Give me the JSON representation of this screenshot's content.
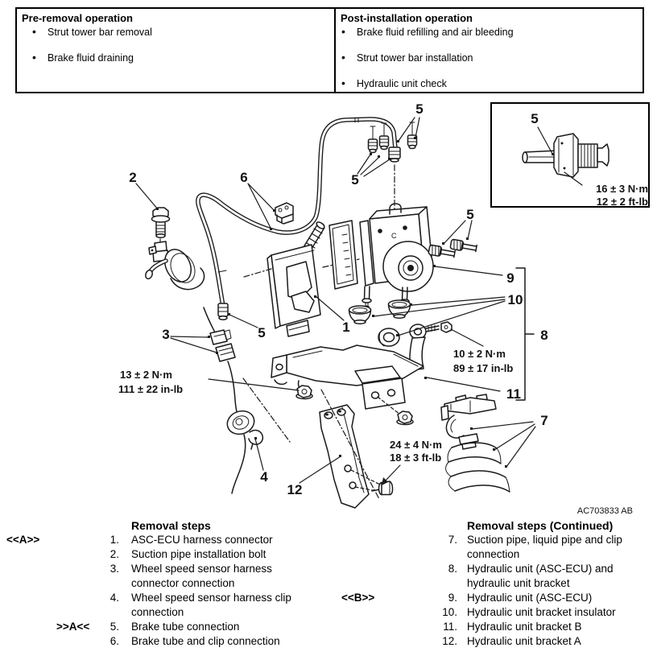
{
  "operations_table": {
    "pre": {
      "title": "Pre-removal operation",
      "items": [
        "Strut tower bar removal",
        "Brake fluid draining"
      ]
    },
    "post": {
      "title": "Post-installation operation",
      "items": [
        "Brake fluid refilling and air bleeding",
        "Strut tower bar installation",
        "Hydraulic unit check"
      ]
    }
  },
  "diagram": {
    "figure_code": "AC703833 AB",
    "unit_marking": "C",
    "labels": {
      "n1": "1",
      "n2": "2",
      "n3": "3",
      "n4": "4",
      "n5_top": "5",
      "n5_left": "5",
      "n5_right": "5",
      "n5_lower": "5",
      "n5_inset": "5",
      "n6": "6",
      "n7": "7",
      "n8": "8",
      "n9": "9",
      "n10": "10",
      "n11": "11",
      "n12": "12"
    },
    "torques": {
      "inset_nm": "16 ± 3 N·m",
      "inset_ftlb": "12 ± 2 ft-lb",
      "left_nm": "13 ± 2 N·m",
      "left_inlb": "111 ± 22 in-lb",
      "mid_nm": "10 ± 2 N·m",
      "mid_inlb": "89 ± 17 in-lb",
      "bottom_nm": "24 ± 4 N·m",
      "bottom_ftlb": "18 ± 3 ft-lb"
    }
  },
  "removal_steps": {
    "left": {
      "title": "Removal steps",
      "items": [
        {
          "num": "1.",
          "text": "ASC-ECU harness connector"
        },
        {
          "num": "2.",
          "text": "Suction pipe installation bolt"
        },
        {
          "num": "3.",
          "text": "Wheel speed sensor harness connector connection"
        },
        {
          "num": "4.",
          "text": "Wheel speed sensor harness clip connection"
        },
        {
          "num": "5.",
          "text": "Brake tube connection"
        },
        {
          "num": "6.",
          "text": "Brake tube and clip connection"
        }
      ]
    },
    "right": {
      "title": "Removal steps (Continued)",
      "items": [
        {
          "num": "7.",
          "text": "Suction pipe, liquid pipe and clip connection"
        },
        {
          "num": "8.",
          "text": "Hydraulic unit (ASC-ECU) and hydraulic unit bracket"
        },
        {
          "num": "9.",
          "text": "Hydraulic unit (ASC-ECU)"
        },
        {
          "num": "10.",
          "text": "Hydraulic unit bracket insulator"
        },
        {
          "num": "11.",
          "text": "Hydraulic unit bracket B"
        },
        {
          "num": "12.",
          "text": "Hydraulic unit bracket A"
        }
      ]
    },
    "markers": {
      "a_removal": "<<A>>",
      "a_install": ">>A<<",
      "b_removal": "<<B>>"
    }
  }
}
